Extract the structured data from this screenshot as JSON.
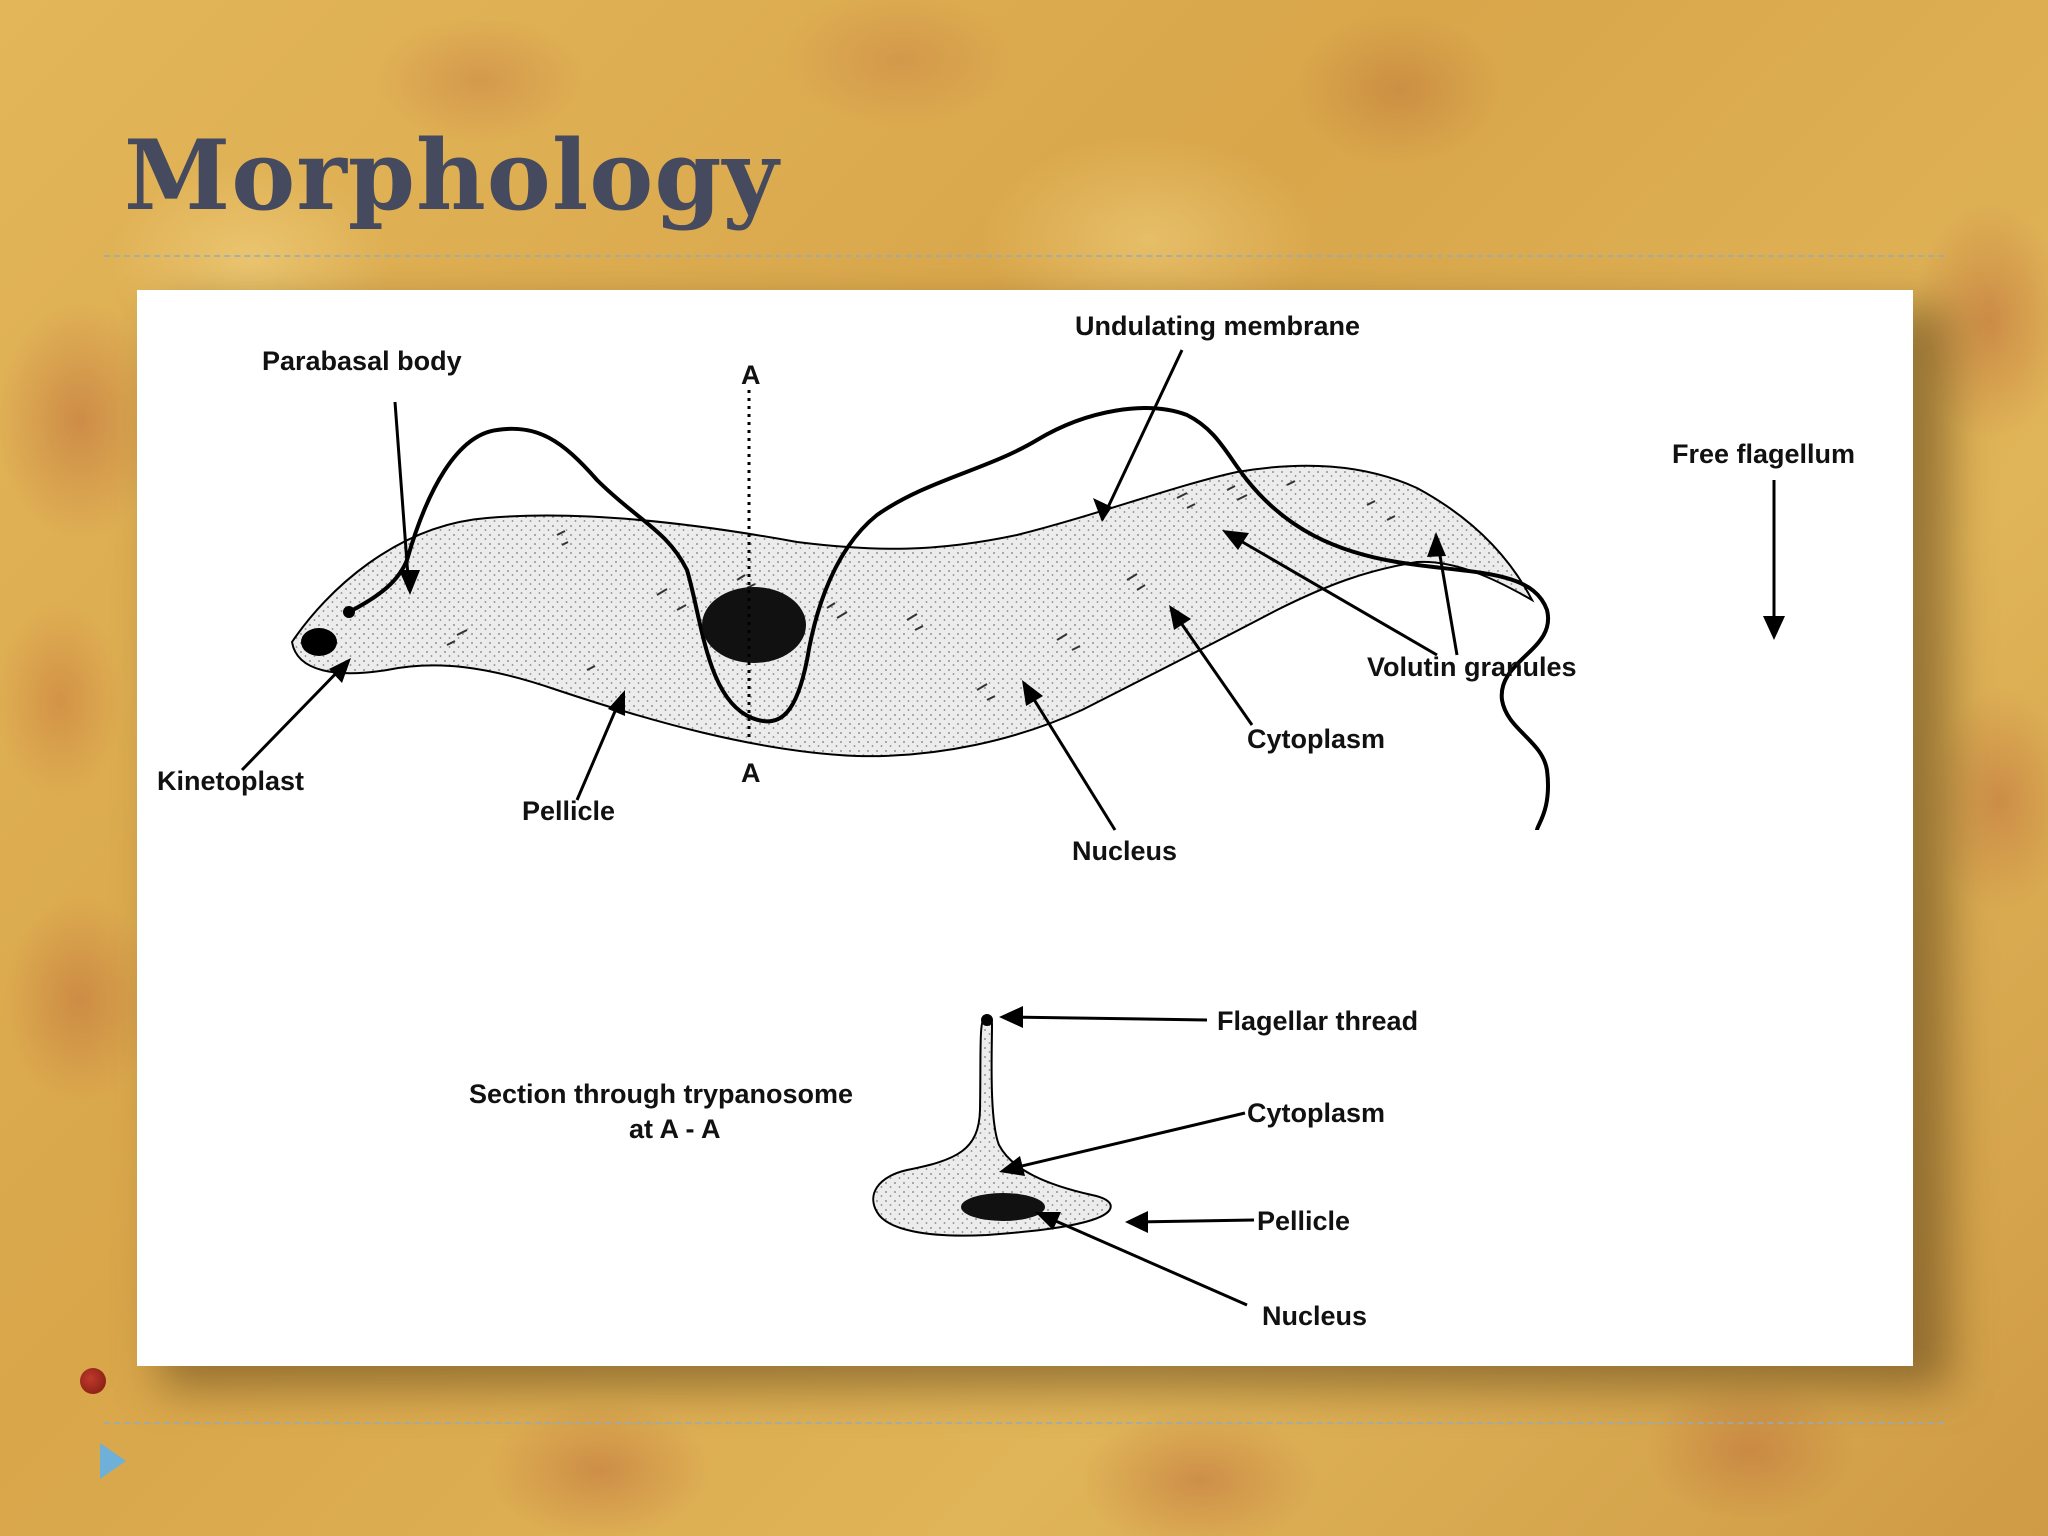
{
  "slide": {
    "title": "Morphology"
  },
  "diagram": {
    "labels": {
      "undulating_membrane": "Undulating membrane",
      "parabasal_body": "Parabasal body",
      "free_flagellum": "Free flagellum",
      "section_marker_top": "A",
      "section_marker_bottom": "A",
      "volutin_granules": "Volutin granules",
      "cytoplasm": "Cytoplasm",
      "kinetoplast": "Kinetoplast",
      "pellicle": "Pellicle",
      "nucleus": "Nucleus"
    },
    "section": {
      "caption_line1": "Section through trypanosome",
      "caption_line2": "at A - A",
      "flagellar_thread": "Flagellar thread",
      "cytoplasm": "Cytoplasm",
      "pellicle": "Pellicle",
      "nucleus": "Nucleus"
    }
  },
  "colors": {
    "title": "#464a5e",
    "background": "#d9a94a",
    "nav_arrow": "#6fb0d8",
    "bullet": "#c0392b"
  },
  "icons": {
    "nav": "triangle-right-icon",
    "bullet": "red-dot-icon"
  }
}
